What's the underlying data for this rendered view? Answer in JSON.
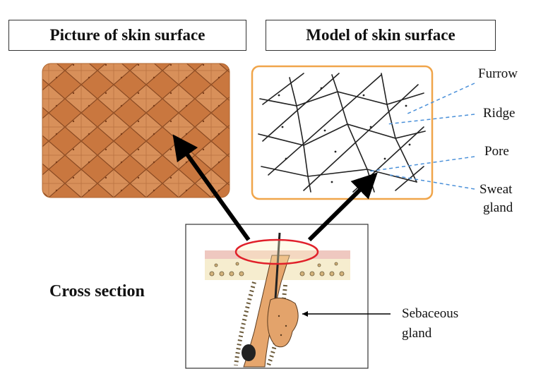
{
  "titles": {
    "picture": "Picture of skin surface",
    "model": "Model of skin surface"
  },
  "labels": {
    "furrow": "Furrow",
    "ridge": "Ridge",
    "pore": "Pore",
    "sweat_gland_1": "Sweat",
    "sweat_gland_2": "gland",
    "cross_section": "Cross section",
    "sebaceous_1": "Sebaceous",
    "sebaceous_2": "gland"
  },
  "colors": {
    "skin_photo": "#c9773f",
    "model_border": "#f0a54a",
    "leader_line": "#4a90d9",
    "highlight_ellipse": "#e0202a",
    "sebaceous": "#e3a36b"
  }
}
